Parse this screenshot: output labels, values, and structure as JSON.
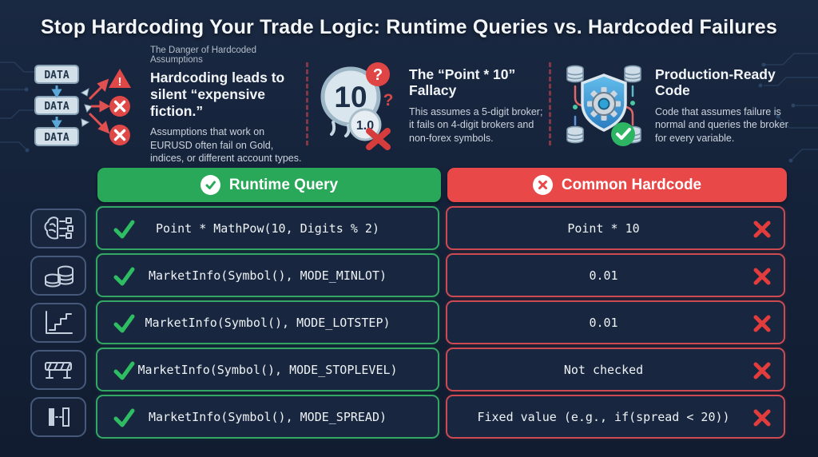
{
  "title": "Stop Hardcoding Your Trade Logic: Runtime Queries vs. Hardcoded Failures",
  "colors": {
    "green": "#2aa85a",
    "red": "#e84848",
    "cell_background": "#18273f",
    "background": "#15233b"
  },
  "cards": [
    {
      "icon": "breaking-data-flow-icon",
      "icon_box_label": "DATA",
      "eyebrow": "The Danger of Hardcoded Assumptions",
      "headline": "Hardcoding leads to silent “expensive fiction.”",
      "body": "Assumptions that work on EURUSD often fail on Gold, indices, or different account types."
    },
    {
      "icon": "melting-point-ten-icon",
      "icon_big_number": "10",
      "icon_small_number": "1.0",
      "icon_question_mark": "?",
      "headline": "The “Point * 10” Fallacy",
      "body": "This assumes a 5-digit broker; it fails on 4-digit brokers and non-forex symbols."
    },
    {
      "icon": "shield-gear-icon",
      "headline": "Production-Ready Code",
      "body": "Code that assumes failure is normal and queries the broker for every variable."
    }
  ],
  "table": {
    "columns": [
      {
        "label": "Runtime Query",
        "icon": "check-circle-icon"
      },
      {
        "label": "Common Hardcode",
        "icon": "cross-circle-icon"
      }
    ],
    "rows": [
      {
        "icon": "brain-circuit-icon",
        "query": "Point * MathPow(10, Digits % 2)",
        "hardcode": "Point * 10"
      },
      {
        "icon": "coins-icon",
        "query": "MarketInfo(Symbol(), MODE_MINLOT)",
        "hardcode": "0.01"
      },
      {
        "icon": "step-chart-icon",
        "query": "MarketInfo(Symbol(), MODE_LOTSTEP)",
        "hardcode": "0.01"
      },
      {
        "icon": "barrier-icon",
        "query": "MarketInfo(Symbol(), MODE_STOPLEVEL)",
        "hardcode": "Not checked"
      },
      {
        "icon": "spread-gap-icon",
        "query": "MarketInfo(Symbol(), MODE_SPREAD)",
        "hardcode": "Fixed value (e.g., if(spread < 20))"
      }
    ]
  }
}
